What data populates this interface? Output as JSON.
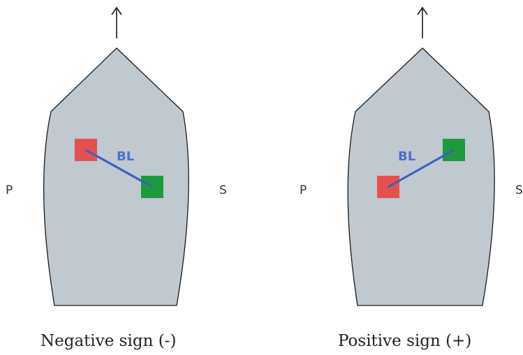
{
  "panels": [
    {
      "caption": "Negative sign (-)",
      "port_label": "P",
      "starboard_label": "S",
      "baseline_label": "BL",
      "colors": {
        "hull_fill": "#c0c8d0",
        "hull_outline": "#1a1a1a",
        "red_marker": "#e5504f",
        "green_marker": "#1e9a3e",
        "baseline": "#3a5fc4"
      }
    },
    {
      "caption": "Positive sign (+)",
      "port_label": "P",
      "starboard_label": "S",
      "baseline_label": "BL",
      "colors": {
        "hull_fill": "#c0c8d0",
        "hull_outline": "#1a1a1a",
        "red_marker": "#e5504f",
        "green_marker": "#1e9a3e",
        "baseline": "#3a5fc4"
      }
    }
  ],
  "icons": {
    "heading_arrow": "up-arrow"
  }
}
